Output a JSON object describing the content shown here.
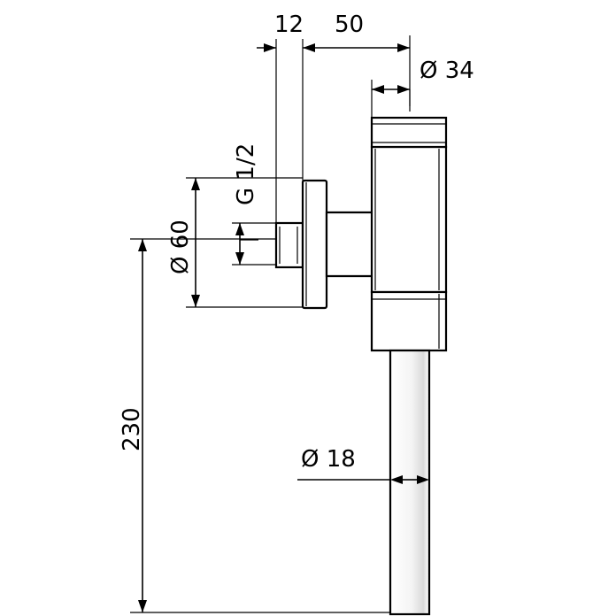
{
  "dimensions": {
    "wall_offset": "12",
    "projection": "50",
    "head_diameter": "Ø 34",
    "thread": "G 1/2",
    "flange_diameter": "Ø 60",
    "height": "230",
    "pipe_diameter": "Ø 18"
  }
}
